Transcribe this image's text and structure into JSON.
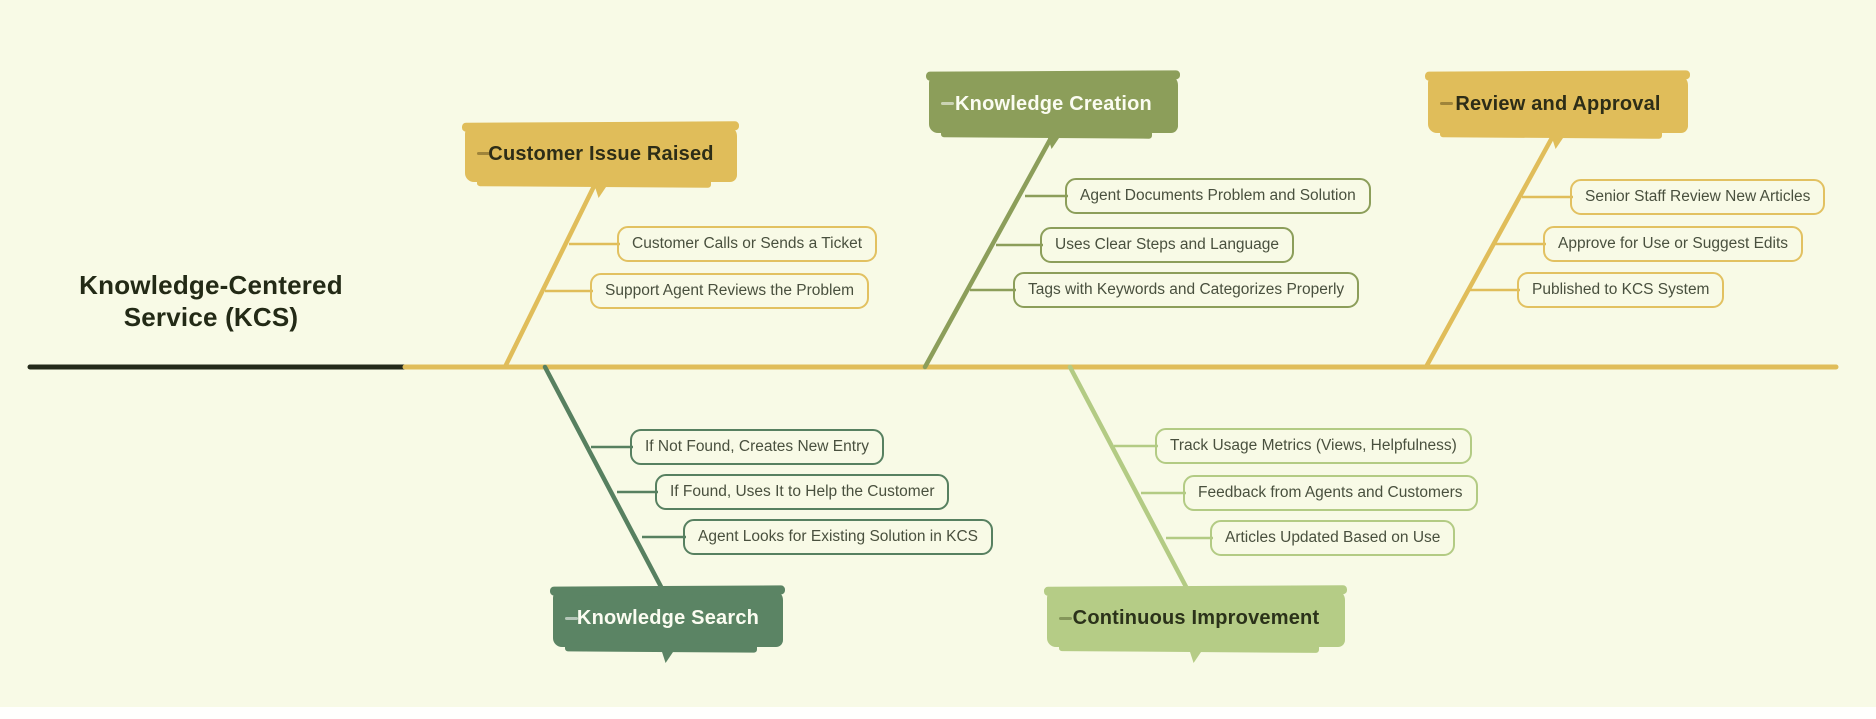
{
  "title": "Knowledge-Centered Service (KCS)",
  "colors": {
    "background": "#f8fae6",
    "root_branch": "#24291a",
    "gold": "#e0bd5a",
    "olive": "#8c9e5a",
    "dark_green": "#5b8464",
    "light_green": "#b5cc86",
    "node_text": "#49503e",
    "banner_dark_text": "#2d2d17",
    "banner_light_text": "#fbfcf1"
  },
  "branches": [
    {
      "label": "Customer Issue Raised",
      "side": "top",
      "color": "#e0bd5a",
      "items": [
        "Customer Calls or Sends a Ticket",
        "Support Agent Reviews the Problem"
      ]
    },
    {
      "label": "Knowledge Creation",
      "side": "top",
      "color": "#8c9e5a",
      "items": [
        "Agent Documents Problem and Solution",
        "Uses Clear Steps and Language",
        "Tags with Keywords and Categorizes Properly"
      ]
    },
    {
      "label": "Review and Approval",
      "side": "top",
      "color": "#e0bd5a",
      "items": [
        "Senior Staff Review New Articles",
        "Approve for Use or Suggest Edits",
        "Published to KCS System"
      ]
    },
    {
      "label": "Knowledge Search",
      "side": "bottom",
      "color": "#5b8464",
      "items": [
        "If Not Found, Creates New Entry",
        "If Found, Uses It to Help the Customer",
        "Agent Looks for Existing Solution in KCS"
      ]
    },
    {
      "label": "Continuous Improvement",
      "side": "bottom",
      "color": "#b5cc86",
      "items": [
        "Track Usage Metrics (Views, Helpfulness)",
        "Feedback from Agents and Customers",
        "Articles Updated Based on Use"
      ]
    }
  ]
}
